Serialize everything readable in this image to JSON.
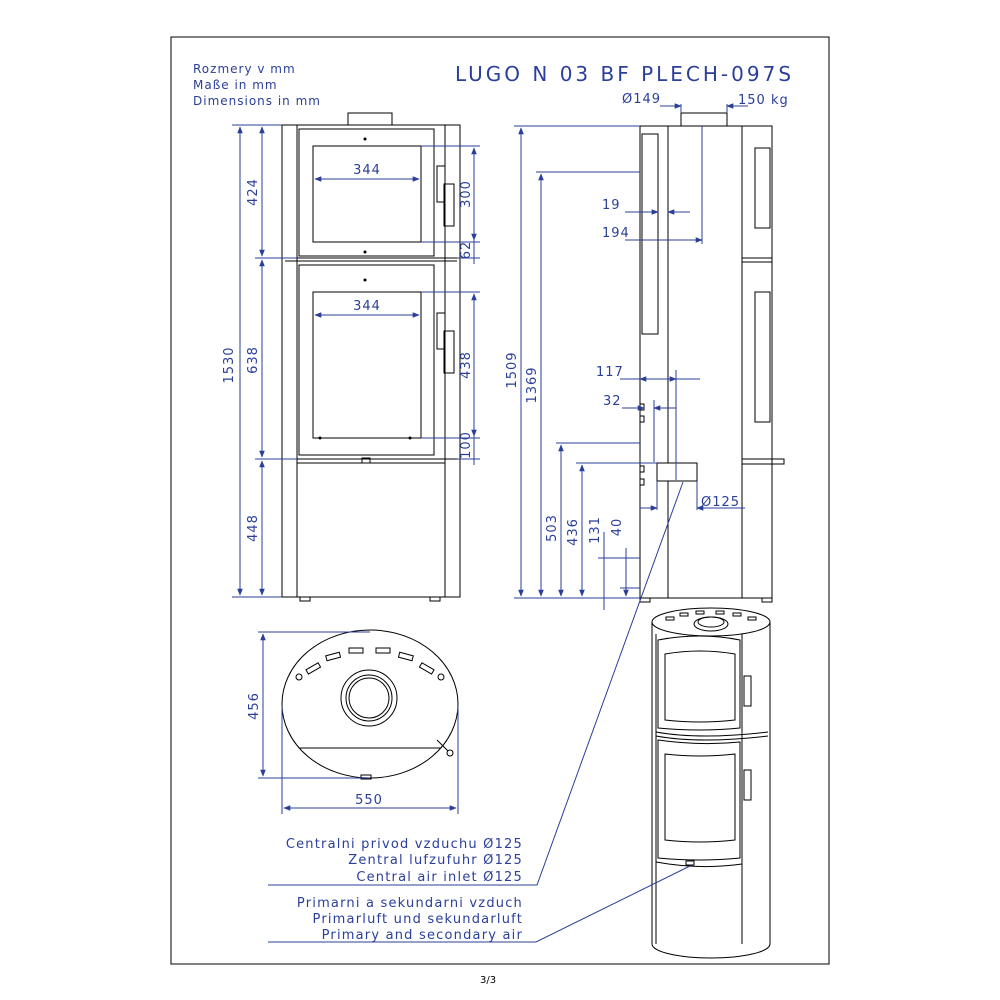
{
  "header": {
    "units_cz": "Rozmery v mm",
    "units_de": "Maße in mm",
    "units_en": "Dimensions in mm",
    "title": "LUGO N 03 BF PLECH-097S",
    "flue_diameter": "Ø149",
    "weight": "150 kg"
  },
  "front_view": {
    "height_total": "1530",
    "upper_section": "424",
    "middle_section": "638",
    "lower_section": "448",
    "upper_glass_width": "344",
    "lower_glass_width": "344",
    "upper_glass_height": "300",
    "gap_between_doors": "62",
    "lower_glass_height": "438",
    "lower_gap": "100"
  },
  "side_view": {
    "height_1509": "1509",
    "height_1369": "1369",
    "flue_offset_19": "19",
    "flue_offset_194": "194",
    "inlet_offset_117": "117",
    "inlet_offset_32": "32",
    "inlet_diameter": "Ø125",
    "height_503": "503",
    "height_436": "436",
    "height_131": "131",
    "height_40": "40"
  },
  "top_view": {
    "depth": "456",
    "width": "550"
  },
  "annotations": {
    "central_inlet_cz": "Centralni privod vzduchu Ø125",
    "central_inlet_de": "Zentral lufzufuhr Ø125",
    "central_inlet_en": "Central air inlet Ø125",
    "primary_cz": "Primarni a sekundarni vzduch",
    "primary_de": "Primarluft und sekundarluft",
    "primary_en": "Primary and secondary air"
  },
  "footer": {
    "page": "3/3"
  },
  "colors": {
    "dimension_blue": "#2a3f9a",
    "outline_black": "#000000"
  }
}
